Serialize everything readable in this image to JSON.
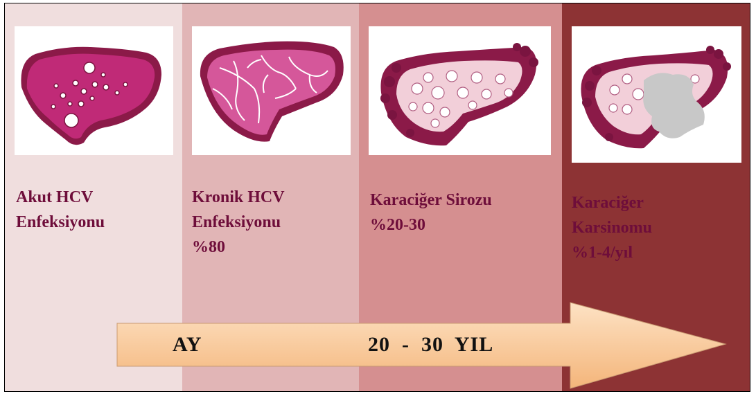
{
  "stages": [
    {
      "icon": "acute-liver-icon",
      "lines": [
        "Akut HCV",
        "Enfeksiyonu"
      ]
    },
    {
      "icon": "chronic-liver-icon",
      "lines": [
        "Kronik HCV",
        "Enfeksiyonu",
        "%80"
      ]
    },
    {
      "icon": "cirrhosis-liver-icon",
      "lines": [
        "Karaciğer Sirozu",
        "%20-30"
      ]
    },
    {
      "icon": "carcinoma-liver-icon",
      "lines": [
        "Karaciğer",
        "Karsinomu",
        "%1-4/yıl"
      ]
    }
  ],
  "timeline": {
    "start_label": "AY",
    "end_label": "20  -  30  YIL"
  },
  "colors": {
    "column_1": "#f0dede",
    "column_2": "#e1b5b6",
    "column_3": "#d58f90",
    "column_4": "#8d3334",
    "liver_dark": "#8b1a48",
    "liver_main": "#c02a77",
    "liver_light": "#e39ab7",
    "tumor": "#c8c8c8",
    "label_text": "#6e0d3a",
    "arrow_fill": "#f7c89a"
  }
}
